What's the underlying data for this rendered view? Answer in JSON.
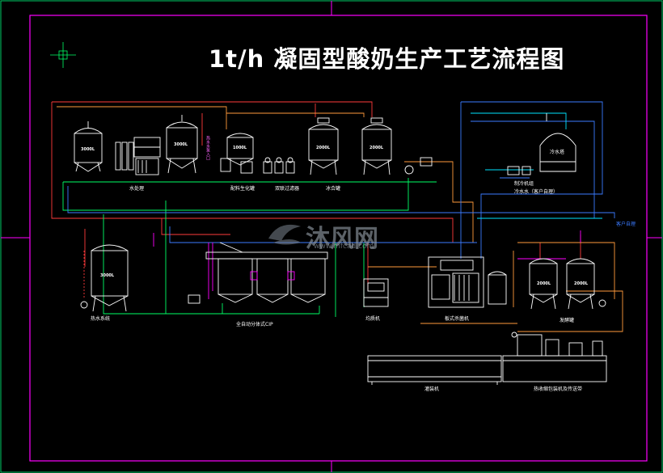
{
  "title": "1t/h 凝固型酸奶生产工艺流程图",
  "labels": {
    "water_treatment": "水处理",
    "batching": "配料生化罐",
    "homogenizer": "双联过滤器",
    "mixing_tank": "冰合罐",
    "cooling_tower": "冷水塔",
    "chiller_group": "制冷机组",
    "ice_water": "冷水水（客户自理）",
    "heat_water": "热水系统",
    "cip": "全自动分体式CIP",
    "sterilizer": "均质机",
    "plate_sterilizer": "板式杀菌机",
    "ferment_tank": "发酵罐",
    "filling": "灌装机",
    "packing": "热收缩包装机及传送带",
    "customer_use": "客户自理",
    "vertical_mark": "热水水泵入口"
  },
  "capacities": {
    "water_tank_1": "3000L",
    "water_tank_2": "3000L",
    "batch_tank": "1000L",
    "mixing_1": "2000L",
    "mixing_2": "2000L",
    "heat_tank": "3000L",
    "ferment_1": "2000L",
    "ferment_2": "2000L"
  },
  "watermark": {
    "brand": "沐风网",
    "url": "www.mfcad.com"
  },
  "colors": {
    "frame": "#ff00ff",
    "outer_line": "#00cc66",
    "red_pipe": "#ff3b3b",
    "orange_pipe": "#ff9a3b",
    "green_pipe": "#00ff66",
    "blue_pipe": "#3b7bff",
    "cyan_pipe": "#00e5ff",
    "equipment": "#ffffff"
  }
}
